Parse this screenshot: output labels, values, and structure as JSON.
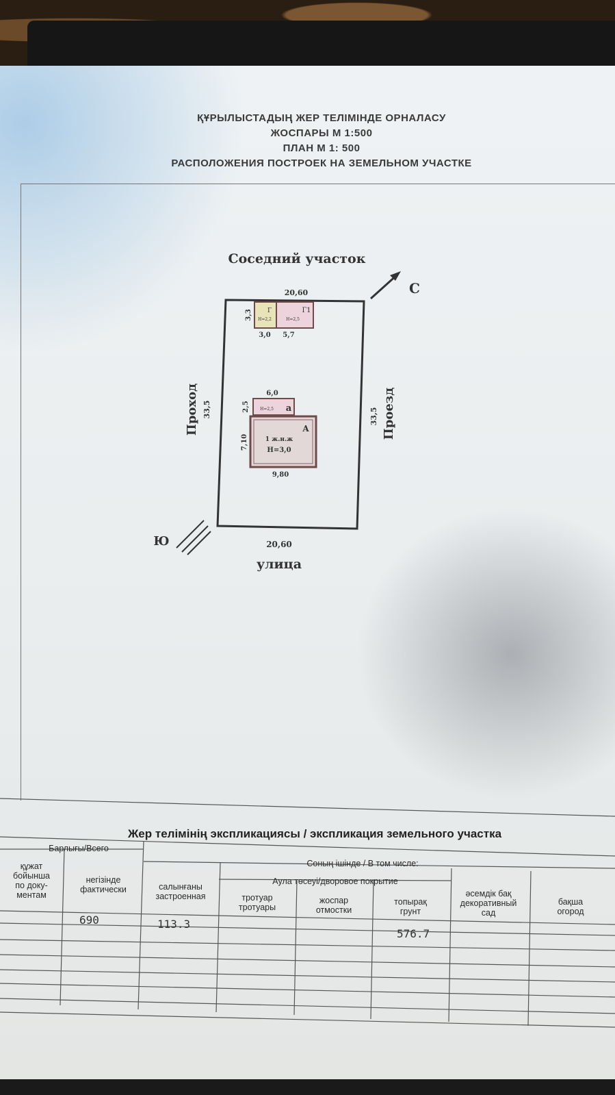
{
  "header": {
    "line1": "ҚҰРЫЛЫСТАДЫҢ ЖЕР ТЕЛІМІНДЕ ОРНАЛАСУ",
    "line2": "ЖОСПАРЫ М 1:500",
    "line3": "ПЛАН М 1: 500",
    "line4": "РАСПОЛОЖЕНИЯ ПОСТРОЕК НА ЗЕМЕЛЬНОМ УЧАСТКЕ"
  },
  "plan": {
    "top_label": "Соседний участок",
    "left_label": "Проход",
    "right_label": "Проезд",
    "bottom_label": "улица",
    "north": "С",
    "south": "Ю",
    "top_dim": "20,60",
    "bottom_dim": "20,60",
    "left_dim": "33,5",
    "right_dim": "33,5",
    "shed_height": "3,3",
    "shed_g_label": "Г",
    "shed_g_h": "H=2,2",
    "shed_g1_label": "Г1",
    "shed_g1_h": "H=2,5",
    "shed_g_w": "3,0",
    "shed_g1_w": "5,7",
    "veranda_w": "6,0",
    "veranda_d": "2,5",
    "veranda_label": "a",
    "veranda_h": "H=2,5",
    "house_label": "А",
    "house_floor": "1 ж.н.ж",
    "house_h": "H=3,0",
    "house_d": "7,10",
    "house_w": "9,80"
  },
  "table": {
    "title": "Жер телімінің экспликациясы / экспликация земельного участка",
    "total": "Барлығы/Всего",
    "including": "Соның  ішінде / В том числе:",
    "yard": "Аула төсеуі/дворовое покрытие",
    "col_doc": "құжат\nбойынша\nпо доку-\nментам",
    "col_fact": "негізінде\nфактически",
    "col_built": "салынғаны\nзастроенная",
    "col_sidewalk": "тротуар\nтротуары",
    "col_blind": "жоспар\nотмостки",
    "col_soil": "топырақ\nгрунт",
    "col_garden": "әсемдік бақ\nдекоративный\nсад",
    "col_veg": "бақша\nогород",
    "val_doc": "690",
    "val_built": "113.3",
    "val_soil": "576.7"
  }
}
